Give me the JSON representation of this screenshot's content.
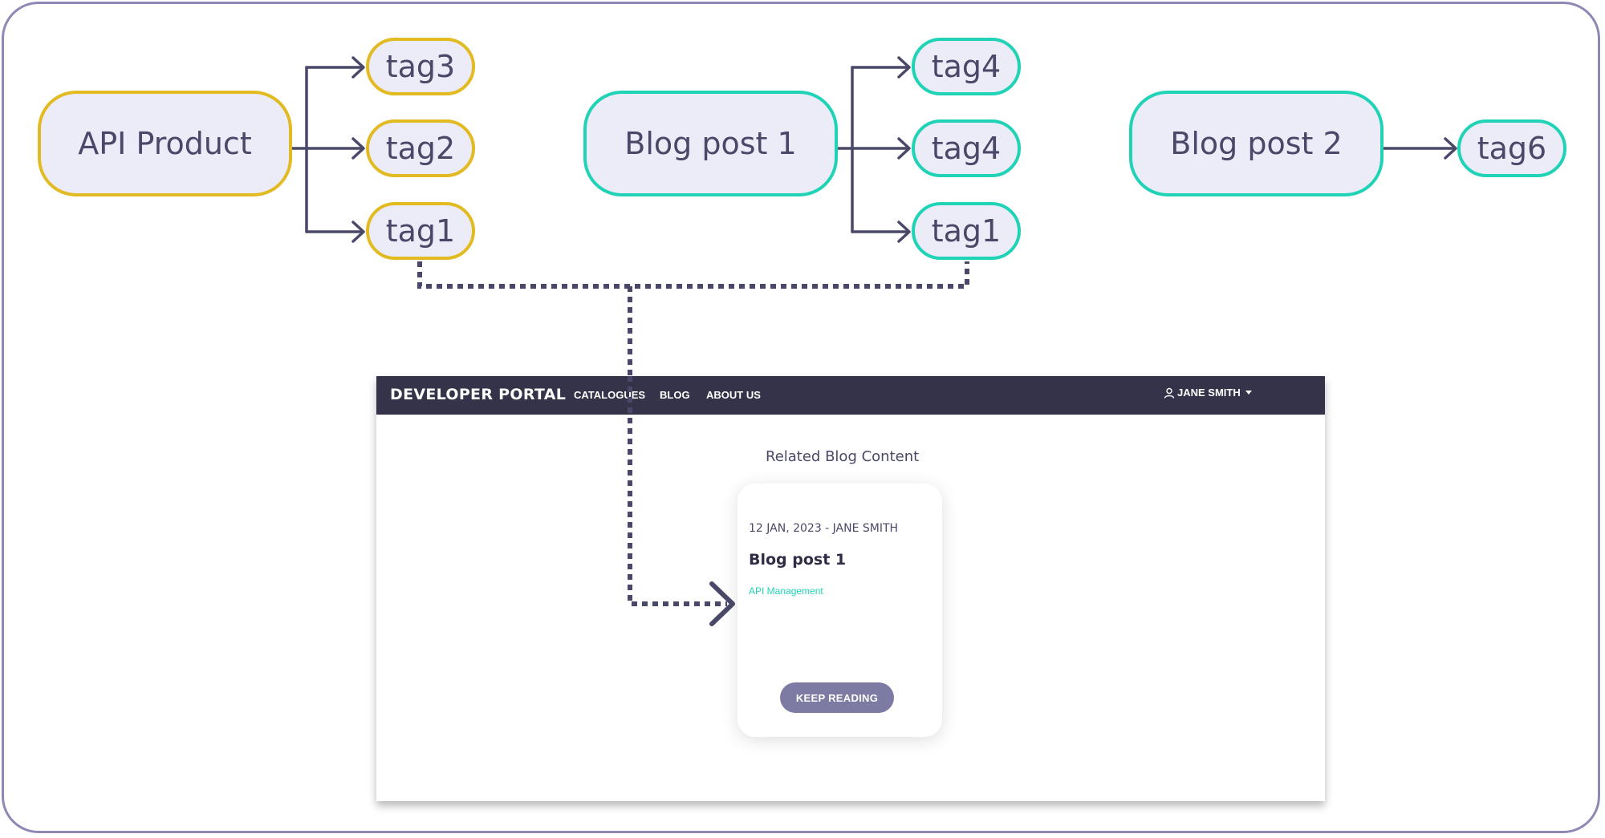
{
  "nodes": {
    "api_product": "API Product",
    "blog_post_1": "Blog post 1",
    "blog_post_2": "Blog post 2",
    "tags": {
      "api_tag3": "tag3",
      "api_tag2": "tag2",
      "api_tag1": "tag1",
      "blog1_tag4_a": "tag4",
      "blog1_tag4_b": "tag4",
      "blog1_tag1": "tag1",
      "blog2_tag6": "tag6"
    }
  },
  "colors": {
    "api_border": "#e2ba22",
    "blog_border": "#20d3b6",
    "node_fill": "#ecebf8",
    "connector": "#4a4869",
    "frame": "#8d89b4"
  },
  "portal": {
    "brand": "DEVELOPER PORTAL",
    "nav": {
      "catalogues": "CATALOGUES",
      "blog": "BLOG",
      "about": "ABOUT US"
    },
    "user": {
      "icon": "user-icon",
      "name": "JANE SMITH",
      "menu_icon": "chevron-down-icon"
    },
    "section_title": "Related Blog Content",
    "card": {
      "meta": "12 JAN, 2023 - JANE SMITH",
      "title": "Blog post 1",
      "tag": "API Management",
      "button": "KEEP READING"
    }
  }
}
